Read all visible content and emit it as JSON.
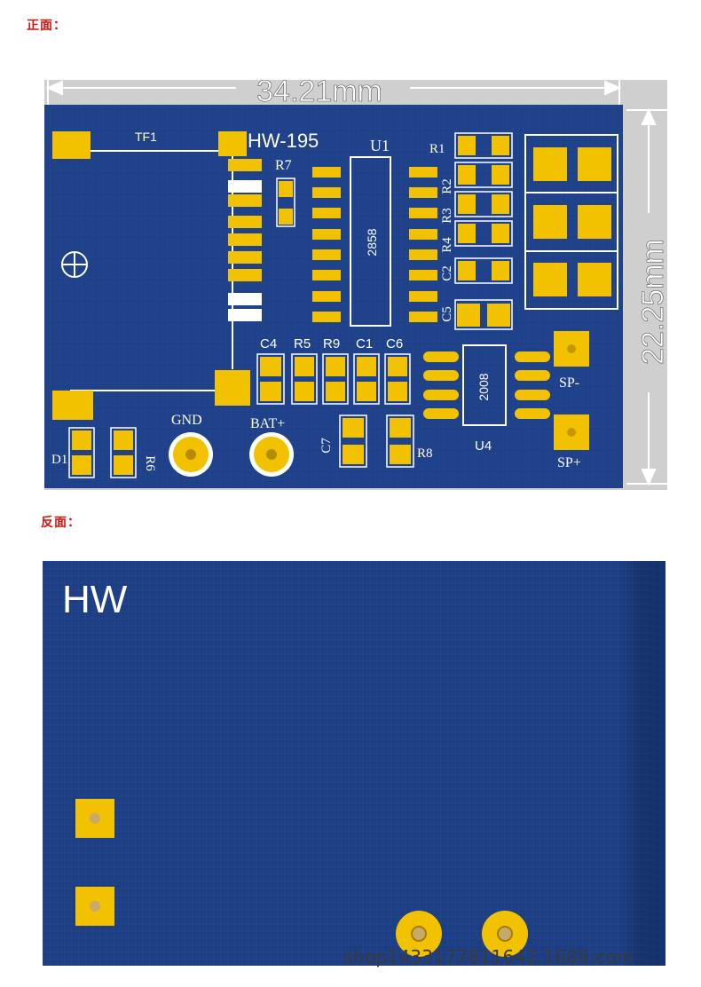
{
  "front_label": "正面：",
  "back_label": "反面：",
  "front": {
    "width_dimension": "34.21mm",
    "height_dimension": "22.25mm",
    "board_name": "HW-195",
    "designators": {
      "tf1": "TF1",
      "r7": "R7",
      "u1": "U1",
      "u1_chip": "2858",
      "r1": "R1",
      "r2": "R2",
      "r3": "R3",
      "r4": "R4",
      "c2": "C2",
      "c5": "C5",
      "c4": "C4",
      "r5": "R5",
      "r9": "R9",
      "c1": "C1",
      "c6": "C6",
      "u4": "U4",
      "u4_chip": "2008",
      "sp_minus": "SP-",
      "sp_plus": "SP+",
      "gnd": "GND",
      "bat_plus": "BAT+",
      "c7": "C7",
      "r8": "R8",
      "d1": "D1",
      "r6": "R6"
    }
  },
  "back": {
    "logo_text": "HW"
  },
  "watermark": "shop1433177811642.1688.com",
  "colors": {
    "pcb_blue": "#1e3f86",
    "gold": "#f2c200",
    "silkscreen": "#ffffff",
    "label_red": "#d4130f"
  }
}
